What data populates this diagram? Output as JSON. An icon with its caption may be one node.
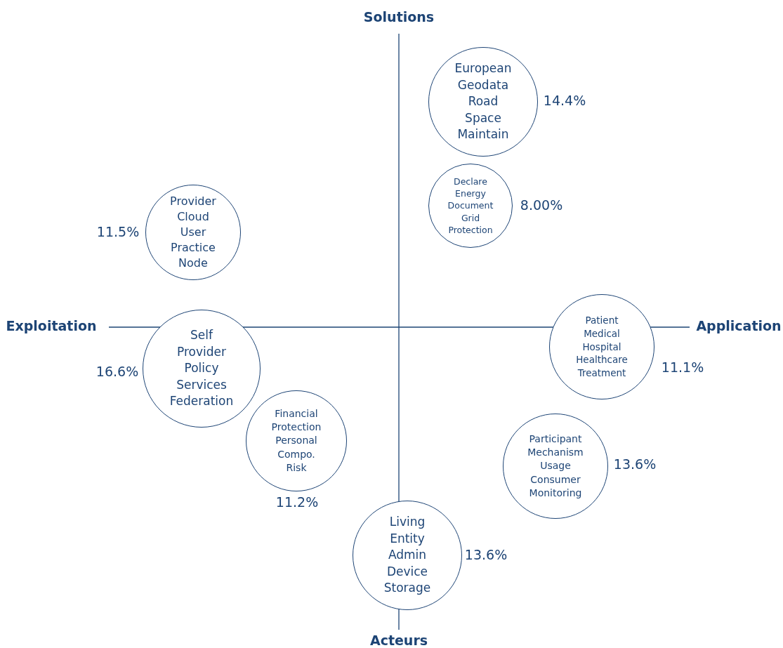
{
  "diagram": {
    "nodes": [
      {
        "text": [
          "European",
          "Geodata",
          "Road",
          "Space",
          "Maintain"
        ],
        "beside": [
          "14.4%"
        ]
      },
      {
        "text": [
          "Declare",
          "Energy",
          "Document",
          "Grid",
          "Protection"
        ],
        "beside": [
          "8.00%"
        ]
      },
      {
        "text": [
          "Provider",
          "Cloud",
          "User",
          "Practice",
          "Node"
        ],
        "beside": [
          "11.5%"
        ]
      },
      {
        "text": [
          "Self",
          "Provider",
          "Policy",
          "Services",
          "Federation"
        ],
        "beside": [
          "16.6%"
        ]
      },
      {
        "text": [
          "Financial",
          "Protection",
          "Personal",
          "Compo.",
          "Risk"
        ],
        "beside": [
          "11.2%"
        ]
      },
      {
        "text": [
          "Patient",
          "Medical",
          "Hospital",
          "Healthcare",
          "Treatment"
        ],
        "beside": [
          "11.1%"
        ]
      },
      {
        "text": [
          "Participant",
          "Mechanism",
          "Usage",
          "Consumer",
          "Monitoring"
        ],
        "beside": [
          "13.6%"
        ]
      },
      {
        "text": [
          "Living",
          "Entity",
          "Admin",
          "Device",
          "Storage"
        ],
        "beside": [
          "13.6%"
        ]
      }
    ],
    "edges": [],
    "labels": [
      "Solutions",
      "Exploitation",
      "Application",
      "Acteurs"
    ]
  }
}
